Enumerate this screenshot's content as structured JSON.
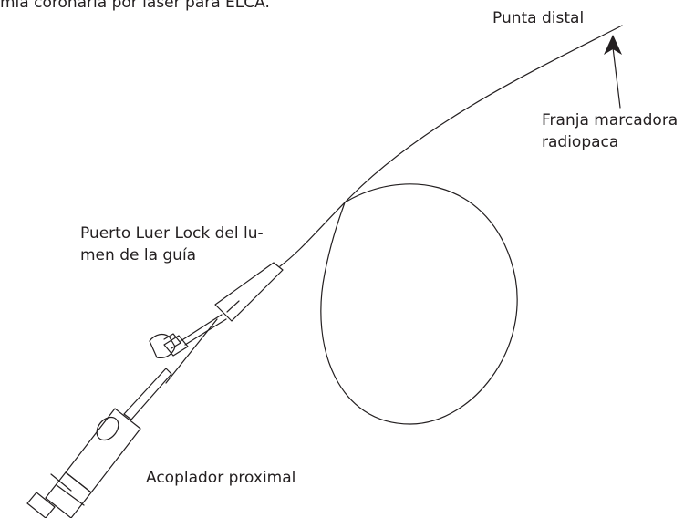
{
  "caption": "mia coronaria por láser para ELCA.",
  "labels": {
    "distal_tip": "Punta distal",
    "marker_band_line1": "Franja marcadora",
    "marker_band_line2": "radiopaca",
    "luer_port_line1": "Puerto Luer Lock del lu-",
    "luer_port_line2": "men de la guía",
    "proximal_coupler": "Acoplador proximal"
  },
  "colors": {
    "ink": "#231f20",
    "background": "#ffffff"
  }
}
